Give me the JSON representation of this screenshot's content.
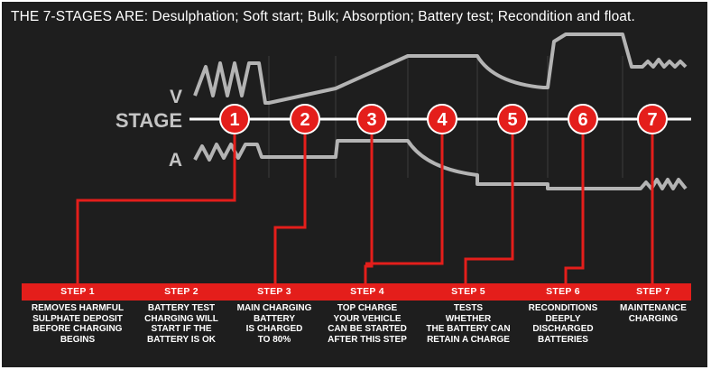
{
  "title": "THE 7-STAGES  ARE: Desulphation; Soft start; Bulk; Absorption; Battery test; Recondition and float.",
  "axis_labels": {
    "voltage": "V",
    "stage": "STAGE",
    "current": "A"
  },
  "colors": {
    "background": "#1e1e1e",
    "accent_red": "#e41e1b",
    "curve_grey": "#b4b4b4",
    "text_white": "#ffffff"
  },
  "stages": [
    {
      "number": "1",
      "step": "STEP 1",
      "description": "REMOVES HARMFUL\nSULPHATE DEPOSIT\nBEFORE CHARGING\nBEGINS"
    },
    {
      "number": "2",
      "step": "STEP 2",
      "description": "BATTERY TEST\nCHARGING WILL\nSTART IF THE\nBATTERY IS OK"
    },
    {
      "number": "3",
      "step": "STEP 3",
      "description": "MAIN CHARGING\nBATTERY\nIS CHARGED\nTO 80%"
    },
    {
      "number": "4",
      "step": "STEP 4",
      "description": "TOP CHARGE\nYOUR VEHICLE\nCAN BE STARTED\nAFTER THIS STEP"
    },
    {
      "number": "5",
      "step": "STEP 5",
      "description": "TESTS\nWHETHER\nTHE BATTERY CAN\nRETAIN A CHARGE"
    },
    {
      "number": "6",
      "step": "STEP 6",
      "description": "RECONDITIONS\nDEEPLY\nDISCHARGED\nBATTERIES"
    },
    {
      "number": "7",
      "step": "STEP 7",
      "description": "MAINTENANCE\nCHARGING"
    }
  ]
}
